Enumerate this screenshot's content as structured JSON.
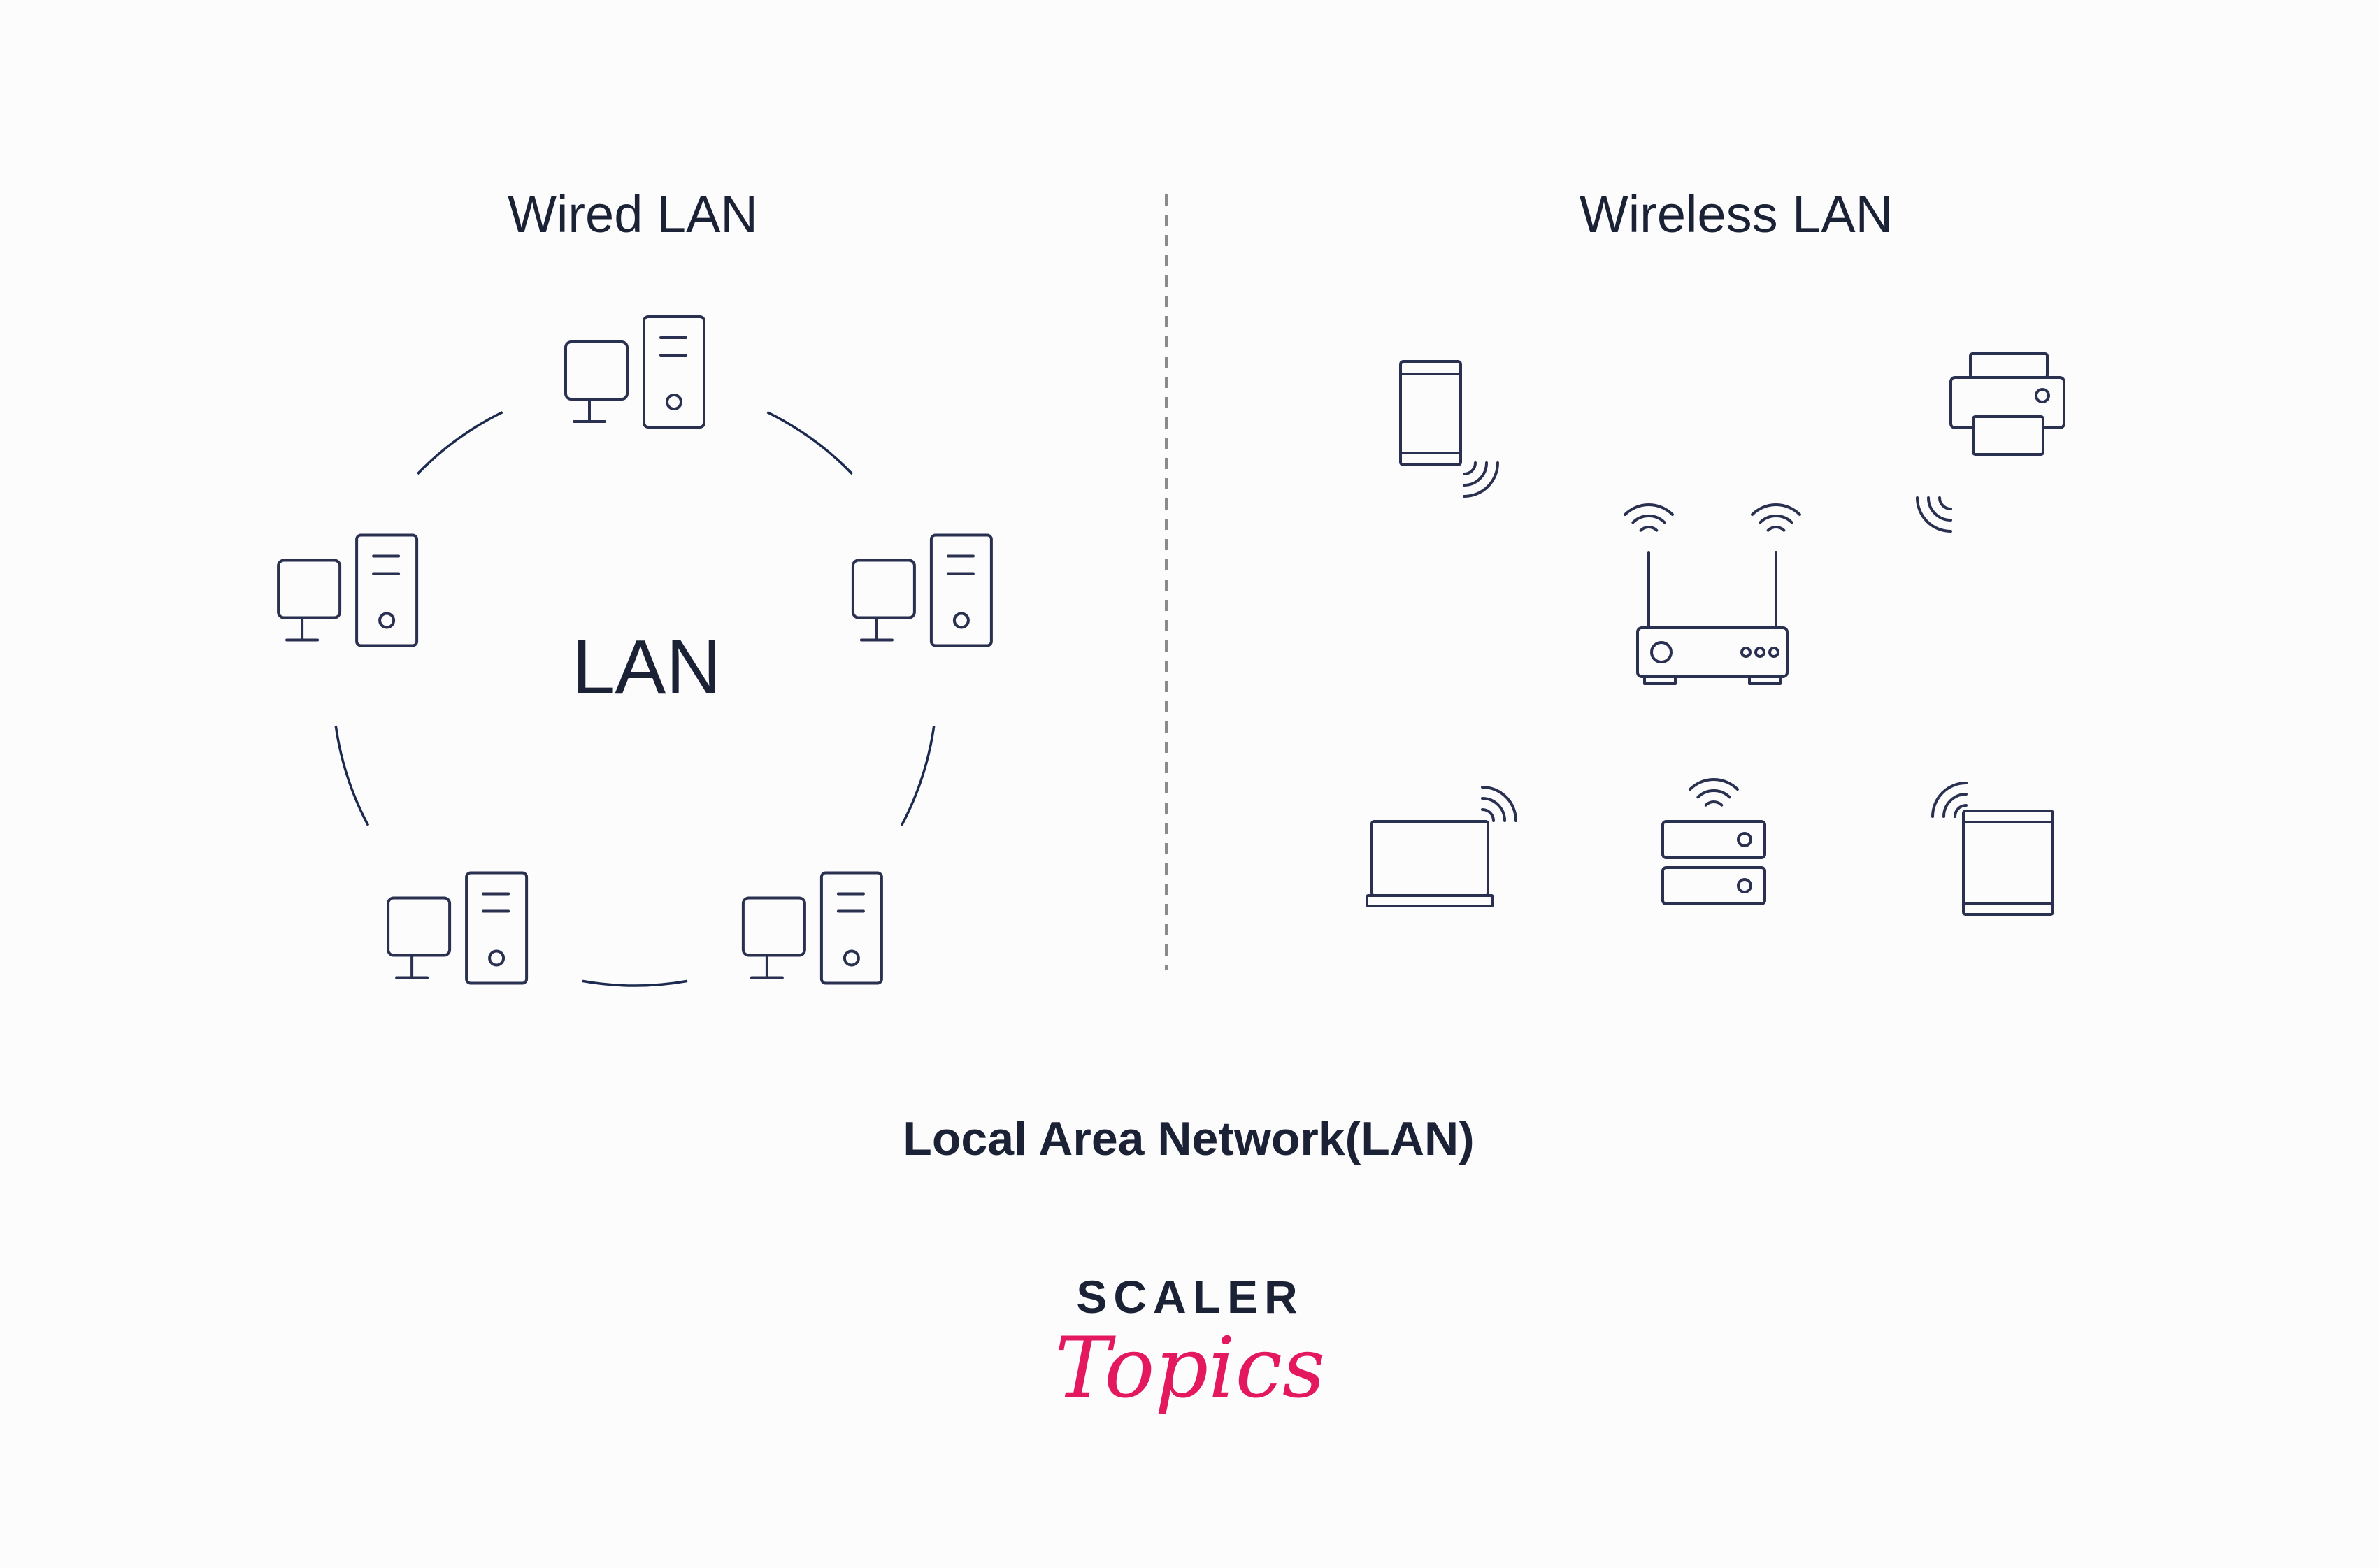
{
  "wired": {
    "title": "Wired LAN",
    "center_label": "LAN",
    "node_icon": "desktop-computer-icon",
    "node_count": 5
  },
  "wireless": {
    "title": "Wireless LAN",
    "hub_icon": "wifi-router-icon",
    "device_icons": [
      "smartphone-icon",
      "printer-icon",
      "laptop-icon",
      "network-storage-icon",
      "tablet-icon"
    ]
  },
  "caption": "Local Area Network(LAN)",
  "brand": {
    "name": "SCALER",
    "subtitle": "Topics",
    "subtitle_color": "#e3185f",
    "name_color": "#1b2236"
  },
  "colors": {
    "background": "#fcfcfc",
    "line": "#1b2a4e",
    "icon_stroke": "#2a3150",
    "divider": "#8a8a8a"
  }
}
